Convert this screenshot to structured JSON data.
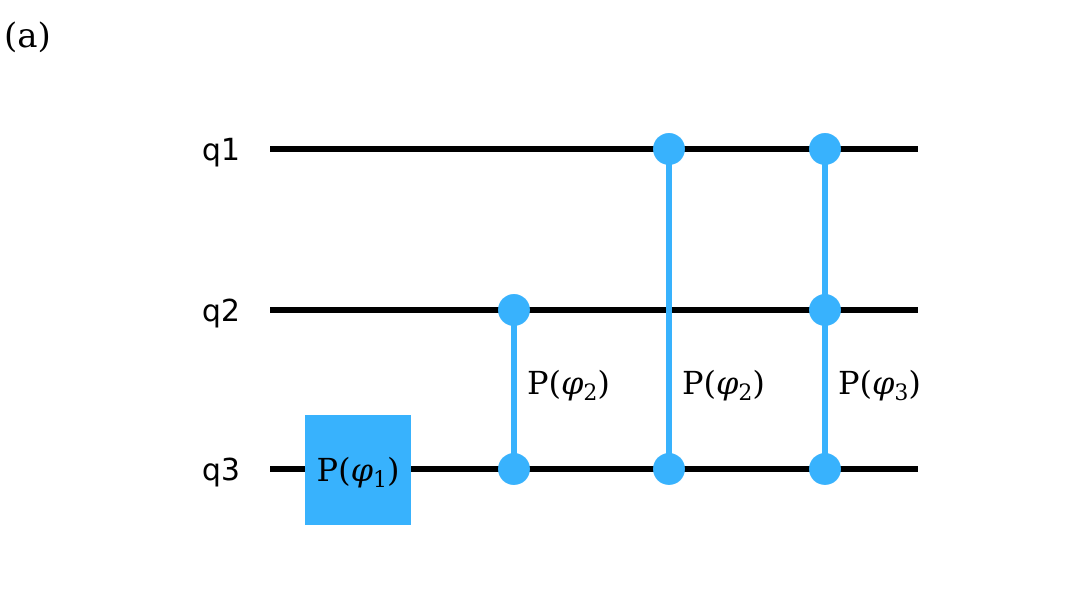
{
  "panel_label": "(a)",
  "accent_color": "#38b2fd",
  "wire_color": "#000000",
  "qubits": [
    {
      "label": "q1"
    },
    {
      "label": "q2"
    },
    {
      "label": "q3"
    }
  ],
  "gates": [
    {
      "type": "single",
      "target": "q3",
      "label": {
        "prefix": "P(",
        "symbol": "φ",
        "sub": "1",
        "suffix": ")"
      }
    },
    {
      "type": "controlled",
      "qubits": [
        "q2",
        "q3"
      ],
      "label": {
        "prefix": "P(",
        "symbol": "φ",
        "sub": "2",
        "suffix": ")"
      }
    },
    {
      "type": "controlled",
      "qubits": [
        "q1",
        "q3"
      ],
      "label": {
        "prefix": "P(",
        "symbol": "φ",
        "sub": "2",
        "suffix": ")"
      }
    },
    {
      "type": "controlled",
      "qubits": [
        "q1",
        "q2",
        "q3"
      ],
      "label": {
        "prefix": "P(",
        "symbol": "φ",
        "sub": "3",
        "suffix": ")"
      }
    }
  ]
}
